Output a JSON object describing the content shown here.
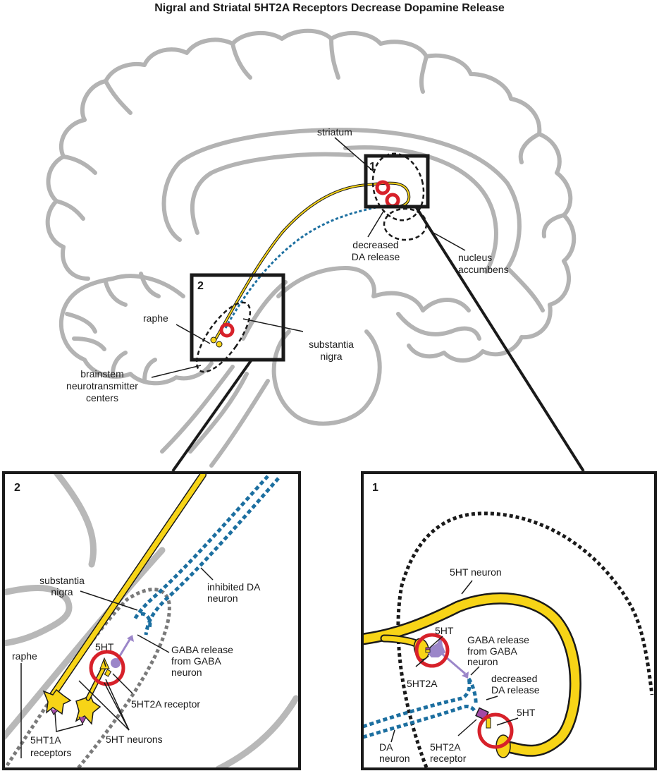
{
  "title": "Nigral and Striatal 5HT2A Receptors Decrease Dopamine Release",
  "colors": {
    "serotonin_neuron": "#f7d417",
    "dopamine_neuron": "#1c6fa0",
    "gaba_neuron": "#9b86c9",
    "receptor": "#a24aa6",
    "inhibition_ring": "#d7212a",
    "brain_outline": "#b3b3b3"
  },
  "overview": {
    "labels": {
      "striatum": "striatum",
      "decreased_da_release": [
        "decreased",
        "DA release"
      ],
      "nucleus_accumbens": [
        "nucleus",
        "accumbens"
      ],
      "raphe": "raphe",
      "substantia_nigra": [
        "substantia",
        "nigra"
      ],
      "brainstem": [
        "brainstem",
        "neurotransmitter",
        "centers"
      ]
    },
    "box_numbers": {
      "striatal": "1",
      "nigral": "2"
    }
  },
  "panel2": {
    "number": "2",
    "labels": {
      "substantia_nigra": [
        "substantia",
        "nigra"
      ],
      "inhibited_da_neuron": [
        "inhibited DA",
        "neuron"
      ],
      "gaba_release": [
        "GABA release",
        "from GABA",
        "neuron"
      ],
      "five_ht": "5HT",
      "receptor_5ht2a": "5HT2A receptor",
      "raphe": "raphe",
      "five_ht_neurons": "5HT neurons",
      "receptors_5ht1a": [
        "5HT1A",
        "receptors"
      ]
    }
  },
  "panel1": {
    "number": "1",
    "labels": {
      "five_ht_neuron": "5HT neuron",
      "five_ht_top": "5HT",
      "gaba_release": [
        "GABA release",
        "from GABA",
        "neuron"
      ],
      "receptor_5ht2a_top": "5HT2A",
      "decreased_da_release": [
        "decreased",
        "DA release"
      ],
      "five_ht_bottom": "5HT",
      "da_neuron": [
        "DA",
        "neuron"
      ],
      "receptor_5ht2a_bottom": [
        "5HT2A",
        "receptor"
      ]
    }
  }
}
